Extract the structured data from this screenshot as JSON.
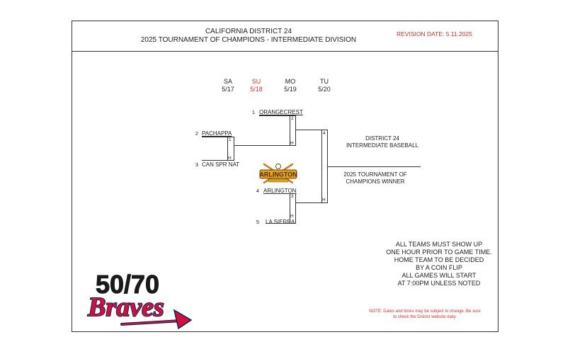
{
  "header": {
    "line1": "CALIFORNIA DISTRICT 24",
    "line2": "2025 TOURNAMENT OF CHAMPIONS - INTERMEDIATE DIVISION",
    "revision": "REVISION DATE: 5.11.2025"
  },
  "days": [
    {
      "name": "SA",
      "date": "5/17"
    },
    {
      "name": "SU",
      "date": "5/18"
    },
    {
      "name": "MO",
      "date": "5/19"
    },
    {
      "name": "TU",
      "date": "5/20"
    }
  ],
  "teams": [
    {
      "seed": "1",
      "name": "ORANGECREST"
    },
    {
      "seed": "2",
      "name": "PACHAPPA"
    },
    {
      "seed": "3",
      "name": "CAN SPR NAT"
    },
    {
      "seed": "4",
      "name": "ARLINGTON"
    },
    {
      "seed": "5",
      "name": "LA SIERRA"
    }
  ],
  "games": [
    "1",
    "2",
    "3",
    "4"
  ],
  "home_mark": "H",
  "champion": {
    "line1": "DISTRICT 24",
    "line2": "INTERMEDIATE BASEBALL",
    "line3": "2025 TOURNAMENT OF",
    "line4": "CHAMPIONS WINNER"
  },
  "rules": [
    "ALL TEAMS MUST SHOW UP",
    "ONE HOUR PRIOR TO GAME TIME.",
    "HOME TEAM TO BE DECIDED",
    "BY A COIN FLIP",
    "ALL GAMES WILL START",
    "AT 7:00PM UNLESS NOTED"
  ],
  "note": {
    "line1": "NOTE: Dates and times may be subject to change. Be sure",
    "line2": "to check the District website daily."
  },
  "logos": {
    "arlington_text": "ARLINGTON",
    "braves_top": "50/70",
    "braves_script": "Braves",
    "colors": {
      "navy": "#13274f",
      "red": "#ce1141",
      "gold": "#e0a21a"
    }
  }
}
